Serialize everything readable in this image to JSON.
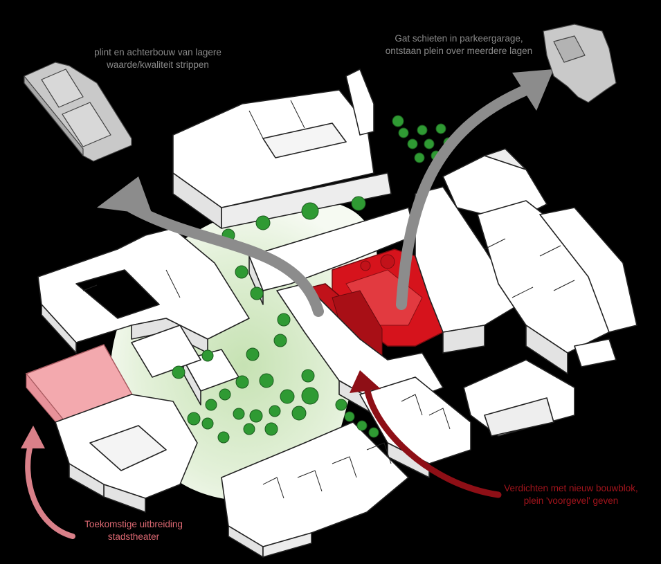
{
  "colors": {
    "background": "#000000",
    "building_fill": "#ffffff",
    "building_side": "#e3e3e3",
    "outline": "#222222",
    "gray_model": "#c9c9c9",
    "gray_arrow": "#8c8c8c",
    "new_block_red": "#d6131c",
    "dark_red_arrow": "#8e0f16",
    "future_theater_pink": "#f3a9ae",
    "pink_arrow": "#d98089",
    "green_park": "#cfe7c0",
    "tree": "#2f9a33"
  },
  "annotations": {
    "strip": {
      "lines": [
        "plint en achterbouw van lagere",
        "waarde/kwaliteit strippen"
      ],
      "icon": "gray-building-model-icon"
    },
    "cut": {
      "lines": [
        "Gat schieten in parkeergarage,",
        "ontstaan plein over meerdere lagen"
      ],
      "icon": "gray-garage-model-icon"
    },
    "densify": {
      "lines": [
        "Verdichten met nieuw bouwblok,",
        "plein 'voorgevel' geven"
      ]
    },
    "theater": {
      "lines": [
        "Toekomstige uitbreiding",
        "stadstheater"
      ]
    }
  }
}
